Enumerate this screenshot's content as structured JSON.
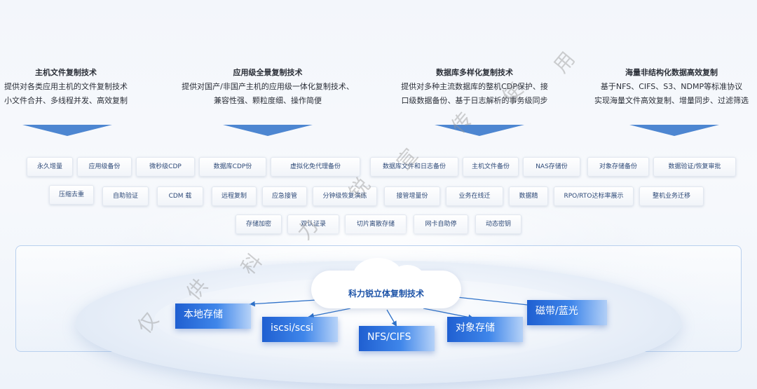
{
  "columns": [
    {
      "title": "主机文件复制技术",
      "lines": [
        "提供对各类应用主机的文件复制技术",
        "小文件合并、多线程并发、高效复制"
      ]
    },
    {
      "title": "应用级全景复制技术",
      "lines": [
        "提供对国产/非国产主机的应用级一体化复制技术、",
        "兼容性强、颗粒度细、操作简便"
      ]
    },
    {
      "title": "数据库多样化复制技术",
      "lines": [
        "提供对多种主流数据库的整机CDP保护、接",
        "口级数据备份、基于日志解析的事务级同步"
      ]
    },
    {
      "title": "海量非结构化数据高效复制",
      "lines": [
        "基于NFS、CIFS、S3、NDMP等标准协议",
        "实现海量文件高效复制、增量同步、过滤筛选"
      ]
    }
  ],
  "tags_row1": [
    "永久增量",
    "应用级备份",
    "微秒级CDP",
    "数据库CDP份",
    "虚拟化免代理备份",
    "数据库文件和日志备份",
    "主机文件备份",
    "NAS存储份",
    "对象存储备份",
    "数据验证/恢复审批"
  ],
  "tags_row2": [
    "压缩去重",
    "自助验证",
    "CDM 载",
    "远程复制",
    "应急接管",
    "分钟级恢复演练",
    "接管增量份",
    "业务在线迁",
    "数据精",
    "RPO/RTO达标率展示",
    "整机业务迁移"
  ],
  "tags_row3": [
    "存储加密",
    "双认证录",
    "切片离散存储",
    "网卡自助停",
    "动态密钥"
  ],
  "cloud_label": "科力锐立体复制技术",
  "nodes": {
    "local": "本地存储",
    "iscsi": "iscsi/scsi",
    "nfs": "NFS/CIFS",
    "object": "对象存储",
    "tape": "磁带/蓝光"
  },
  "watermark": [
    "仅",
    "供",
    "科",
    "力",
    "锐",
    "宣",
    "传",
    "使",
    "用"
  ],
  "colors": {
    "accent": "#2f72c9",
    "node": "#1f5fd1",
    "tag_text": "#2e4a78"
  }
}
